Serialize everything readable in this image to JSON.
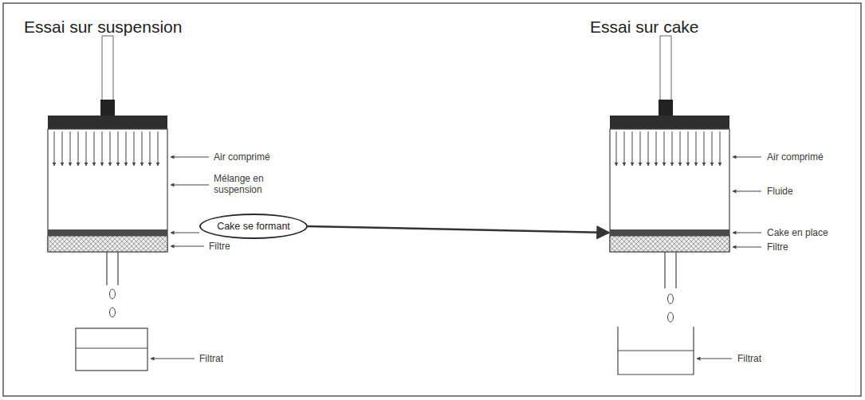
{
  "diagram": {
    "nodes": [
      {
        "text": [
          "Cake se formant"
        ]
      },
      {
        "text": [
          "Cake en place"
        ]
      }
    ],
    "edges": [
      {
        "from": 0,
        "to": 1,
        "arrow": "to"
      }
    ],
    "labels": [
      "Essai sur suspension",
      "Essai sur cake",
      "Air comprimé",
      "Mélange en suspension",
      "Filtre",
      "Filtrat",
      "Air comprimé",
      "Fluide",
      "Filtre",
      "Filtrat"
    ]
  }
}
